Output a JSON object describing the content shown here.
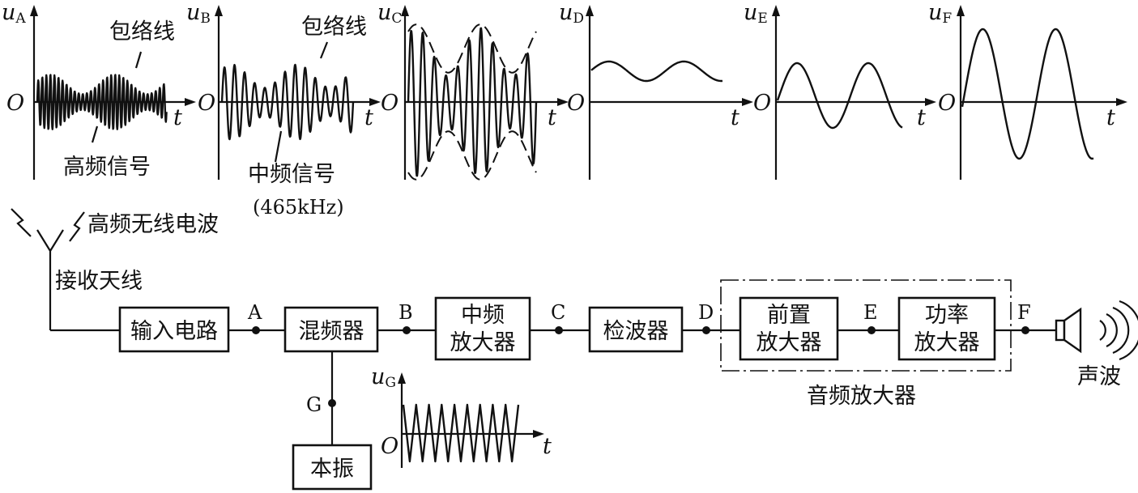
{
  "waveforms": {
    "A": {
      "axis_var": "u",
      "axis_sub": "A",
      "origin": "O",
      "time": "t",
      "envelope_label": "包络线",
      "signal_label": "高频信号"
    },
    "B": {
      "axis_var": "u",
      "axis_sub": "B",
      "origin": "O",
      "time": "t",
      "envelope_label": "包络线",
      "signal_label": "中频信号",
      "frequency_label": "(465kHz)"
    },
    "C": {
      "axis_var": "u",
      "axis_sub": "C",
      "origin": "O",
      "time": "t"
    },
    "D": {
      "axis_var": "u",
      "axis_sub": "D",
      "origin": "O",
      "time": "t"
    },
    "E": {
      "axis_var": "u",
      "axis_sub": "E",
      "origin": "O",
      "time": "t"
    },
    "F": {
      "axis_var": "u",
      "axis_sub": "F",
      "origin": "O",
      "time": "t"
    },
    "G": {
      "axis_var": "u",
      "axis_sub": "G",
      "origin": "O",
      "time": "t"
    }
  },
  "antenna": {
    "wave_label": "高频无线电波",
    "antenna_label": "接收天线"
  },
  "blocks": {
    "input_circuit": "输入电路",
    "mixer": "混频器",
    "if_amp_line1": "中频",
    "if_amp_line2": "放大器",
    "detector": "检波器",
    "preamp_line1": "前置",
    "preamp_line2": "放大器",
    "power_amp_line1": "功率",
    "power_amp_line2": "放大器",
    "local_osc": "本振"
  },
  "nodes": {
    "A": "A",
    "B": "B",
    "C": "C",
    "D": "D",
    "E": "E",
    "F": "F",
    "G": "G"
  },
  "group_label": "音频放大器",
  "output_label": "声波"
}
